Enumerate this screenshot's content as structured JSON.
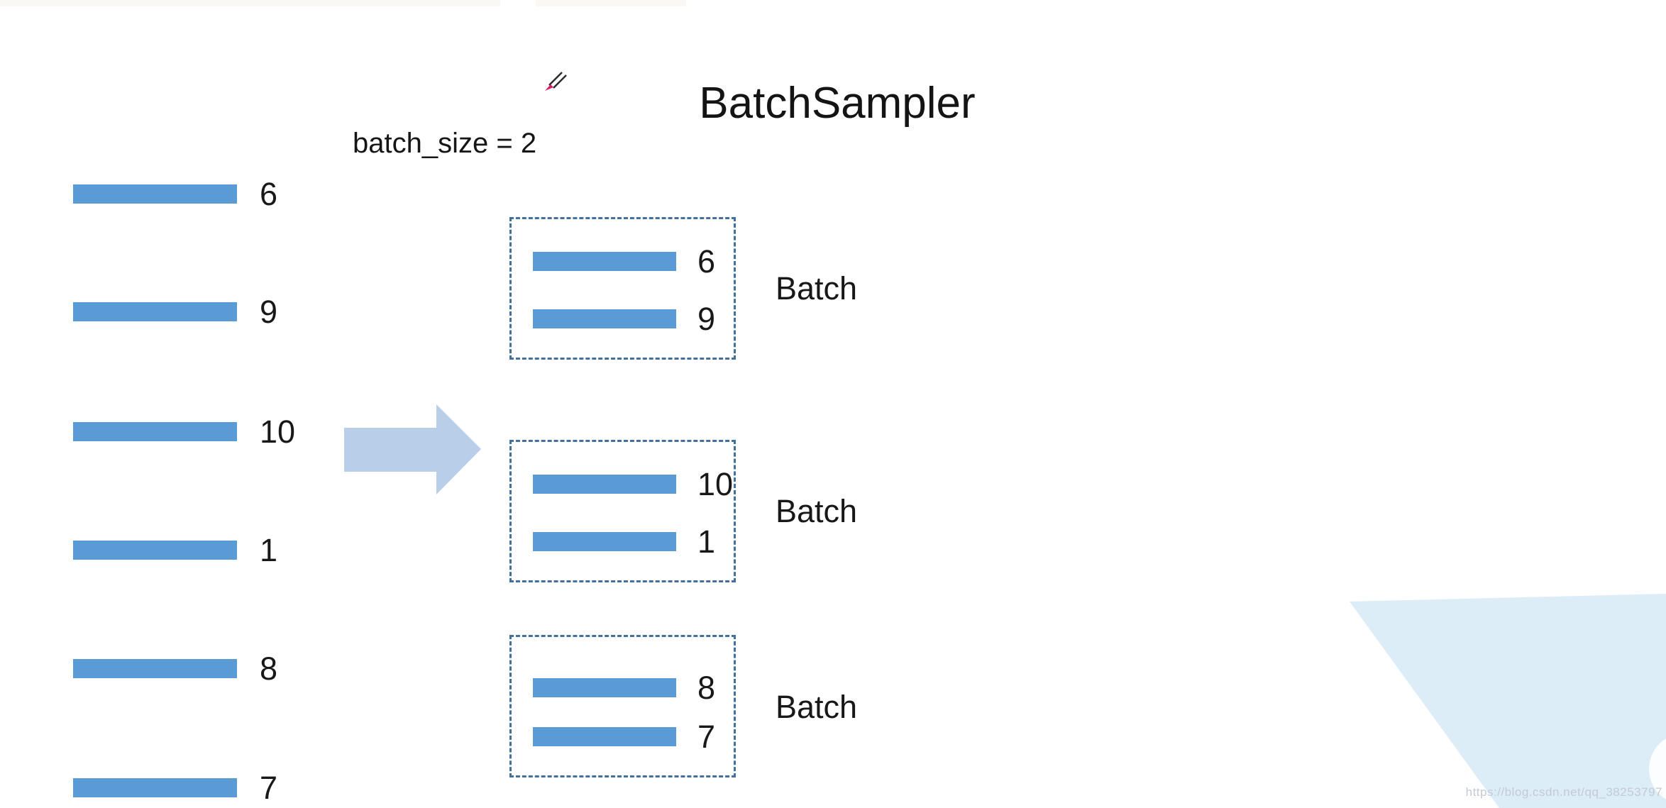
{
  "title": "BatchSampler",
  "params": {
    "batch_size_label": "batch_size = 2"
  },
  "source_items": [
    "6",
    "9",
    "10",
    "1",
    "8",
    "7"
  ],
  "batches": [
    {
      "label": "Batch",
      "items": [
        "6",
        "9"
      ]
    },
    {
      "label": "Batch",
      "items": [
        "10",
        "1"
      ]
    },
    {
      "label": "Batch",
      "items": [
        "8",
        "7"
      ]
    }
  ],
  "watermark": "https://blog.csdn.net/qq_38253797",
  "icons": [
    "pen-cursor-icon",
    "arrow-right-icon"
  ],
  "colors": {
    "bar": "#5b9bd5",
    "dashed_border": "#44709d",
    "arrow_fill": "#b9cfe9",
    "deco_shape": "#ddedf8",
    "watermark_text": "#c4cad3"
  }
}
